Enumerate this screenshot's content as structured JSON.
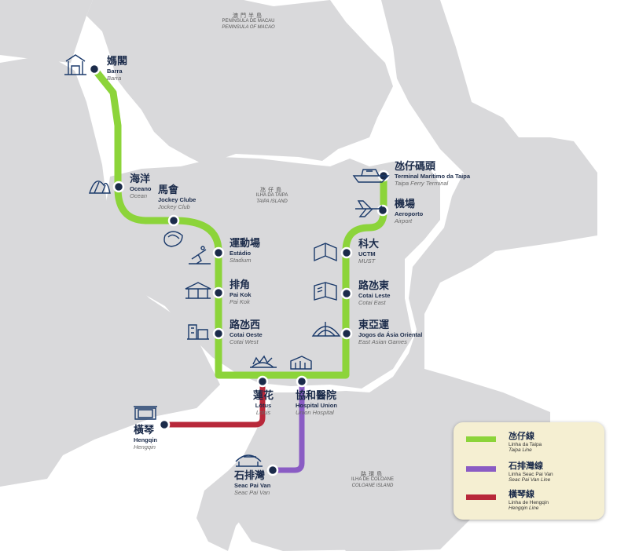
{
  "areas": {
    "peninsula": {
      "zh": "澳門半島",
      "pt": "PENÍNSULA DE MACAU",
      "en": "PENINSULA OF MACAO"
    },
    "taipa": {
      "zh": "氹仔島",
      "pt": "ILHA DA TAIPA",
      "en": "TAIPA ISLAND"
    },
    "coloane": {
      "zh": "路環島",
      "pt": "ILHA DE COLOANE",
      "en": "COLOANE ISLAND"
    }
  },
  "stations": {
    "barra": {
      "zh": "媽閣",
      "pt": "Barra",
      "en": "Barra"
    },
    "oceano": {
      "zh": "海洋",
      "pt": "Oceano",
      "en": "Ocean"
    },
    "jockey": {
      "zh": "馬會",
      "pt": "Jockey Clube",
      "en": "Jockey Club"
    },
    "estadio": {
      "zh": "運動場",
      "pt": "Estádio",
      "en": "Stadium"
    },
    "paikok": {
      "zh": "排角",
      "pt": "Pai Kok",
      "en": "Pai Kok"
    },
    "cotaioeste": {
      "zh": "路氹西",
      "pt": "Cotai Oeste",
      "en": "Cotai West"
    },
    "lotus": {
      "zh": "蓮花",
      "pt": "Lótus",
      "en": "Lotus"
    },
    "hospital": {
      "zh": "協和醫院",
      "pt": "Hospital Union",
      "en": "Union Hospital"
    },
    "hengqin": {
      "zh": "橫琴",
      "pt": "Hengqin",
      "en": "Hengqin"
    },
    "seacpaivan": {
      "zh": "石排灣",
      "pt": "Seac Pai Van",
      "en": "Seac Pai Van"
    },
    "ferry": {
      "zh": "氹仔碼頭",
      "pt": "Terminal Marítimo da Taipa",
      "en": "Taipa Ferry Terminal"
    },
    "airport": {
      "zh": "機場",
      "pt": "Aeroporto",
      "en": "Airport"
    },
    "uctm": {
      "zh": "科大",
      "pt": "UCTM",
      "en": "MUST"
    },
    "cotaileste": {
      "zh": "路氹東",
      "pt": "Cotai Leste",
      "en": "Cotai East"
    },
    "eastasian": {
      "zh": "東亞運",
      "pt": "Jogos da Ásia Oriental",
      "en": "East Asian Games"
    }
  },
  "legend": [
    {
      "zh": "氹仔線",
      "pt": "Linha da Taipa",
      "en": "Taipa Line",
      "color": "#8cd43a"
    },
    {
      "zh": "石排灣線",
      "pt": "Linha Seac Pai Van",
      "en": "Seac Pai Van Line",
      "color": "#8a5cc4"
    },
    {
      "zh": "橫琴線",
      "pt": "Linha de Hengqin",
      "en": "Hengqin Line",
      "color": "#b8283a"
    }
  ],
  "colors": {
    "taipa_line": "#8cd43a",
    "seac_pai_van_line": "#8a5cc4",
    "hengqin_line": "#b8283a",
    "land": "#d9d9db",
    "station_fill": "#1b2b4a",
    "legend_bg": "#f5efd2"
  },
  "icons": [
    "a-ma-temple-icon",
    "macau-science-center-icon",
    "horse-racing-icon",
    "stadium-athlete-icon",
    "pai-kok-pavilion-icon",
    "cotai-building-icon",
    "lotus-bridge-icon",
    "hospital-icon",
    "hengqin-port-icon",
    "seac-pai-van-icon",
    "ferry-icon",
    "airplane-icon",
    "university-book-icon",
    "cotai-east-book-icon",
    "dome-arena-icon"
  ]
}
